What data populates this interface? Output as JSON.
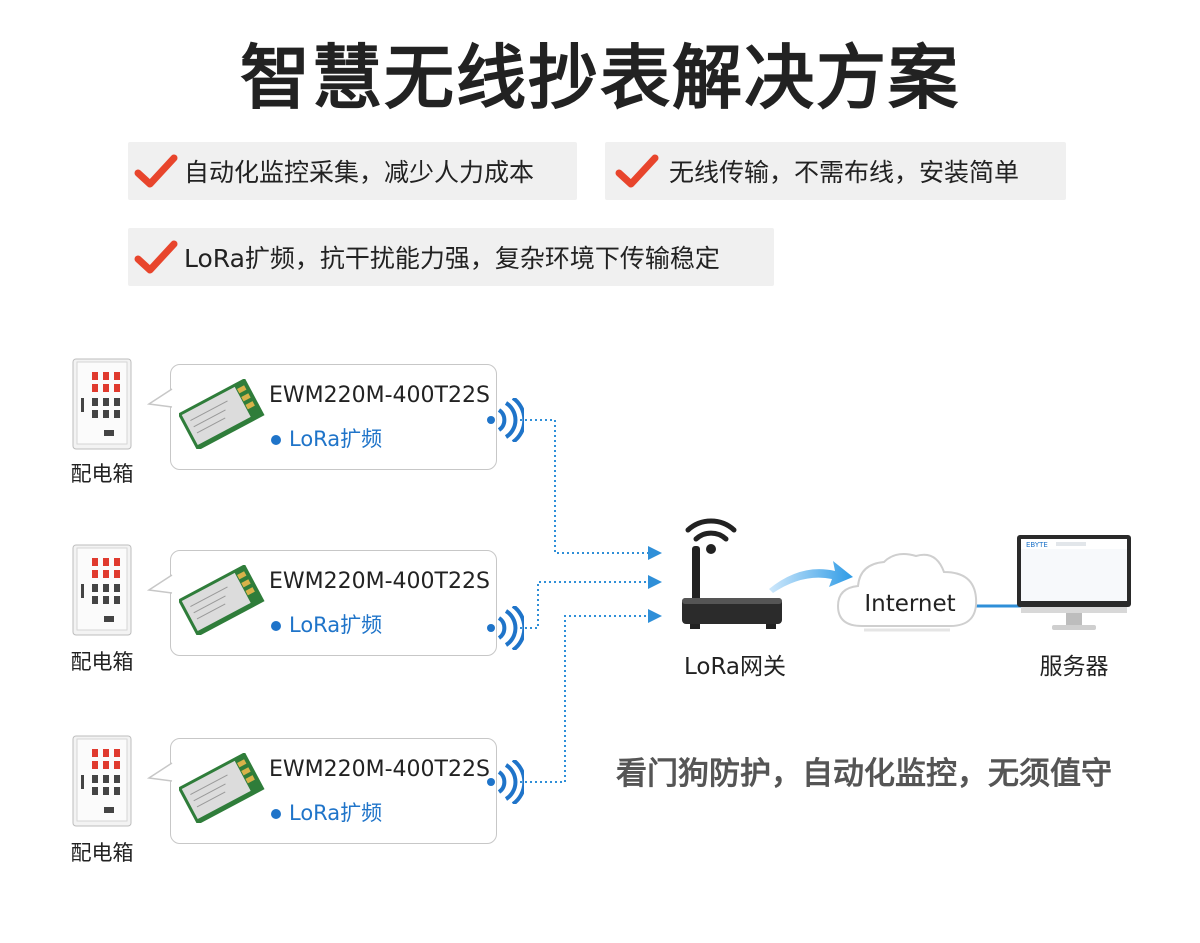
{
  "title": "智慧无线抄表解决方案",
  "features": [
    {
      "text": "自动化监控采集，减少人力成本"
    },
    {
      "text": "无线传输，不需布线，安装简单"
    },
    {
      "text": "LoRa扩频，抗干扰能力强，复杂环境下传输稳定"
    }
  ],
  "nodes": [
    {
      "cabinet_label": "配电箱",
      "model": "EWM220M-400T22S",
      "tag": "LoRa扩频"
    },
    {
      "cabinet_label": "配电箱",
      "model": "EWM220M-400T22S",
      "tag": "LoRa扩频"
    },
    {
      "cabinet_label": "配电箱",
      "model": "EWM220M-400T22S",
      "tag": "LoRa扩频"
    }
  ],
  "gateway": {
    "label": "LoRa网关"
  },
  "cloud": {
    "label": "Internet"
  },
  "server": {
    "label": "服务器",
    "screen_logo": "EBYTE"
  },
  "slogan": "看门狗防护，自动化监控，无须值守",
  "colors": {
    "check": "#e8452c",
    "signal": "#1f74c9",
    "link": "#2f8fd8",
    "feature_bg": "#f0f0f0"
  }
}
